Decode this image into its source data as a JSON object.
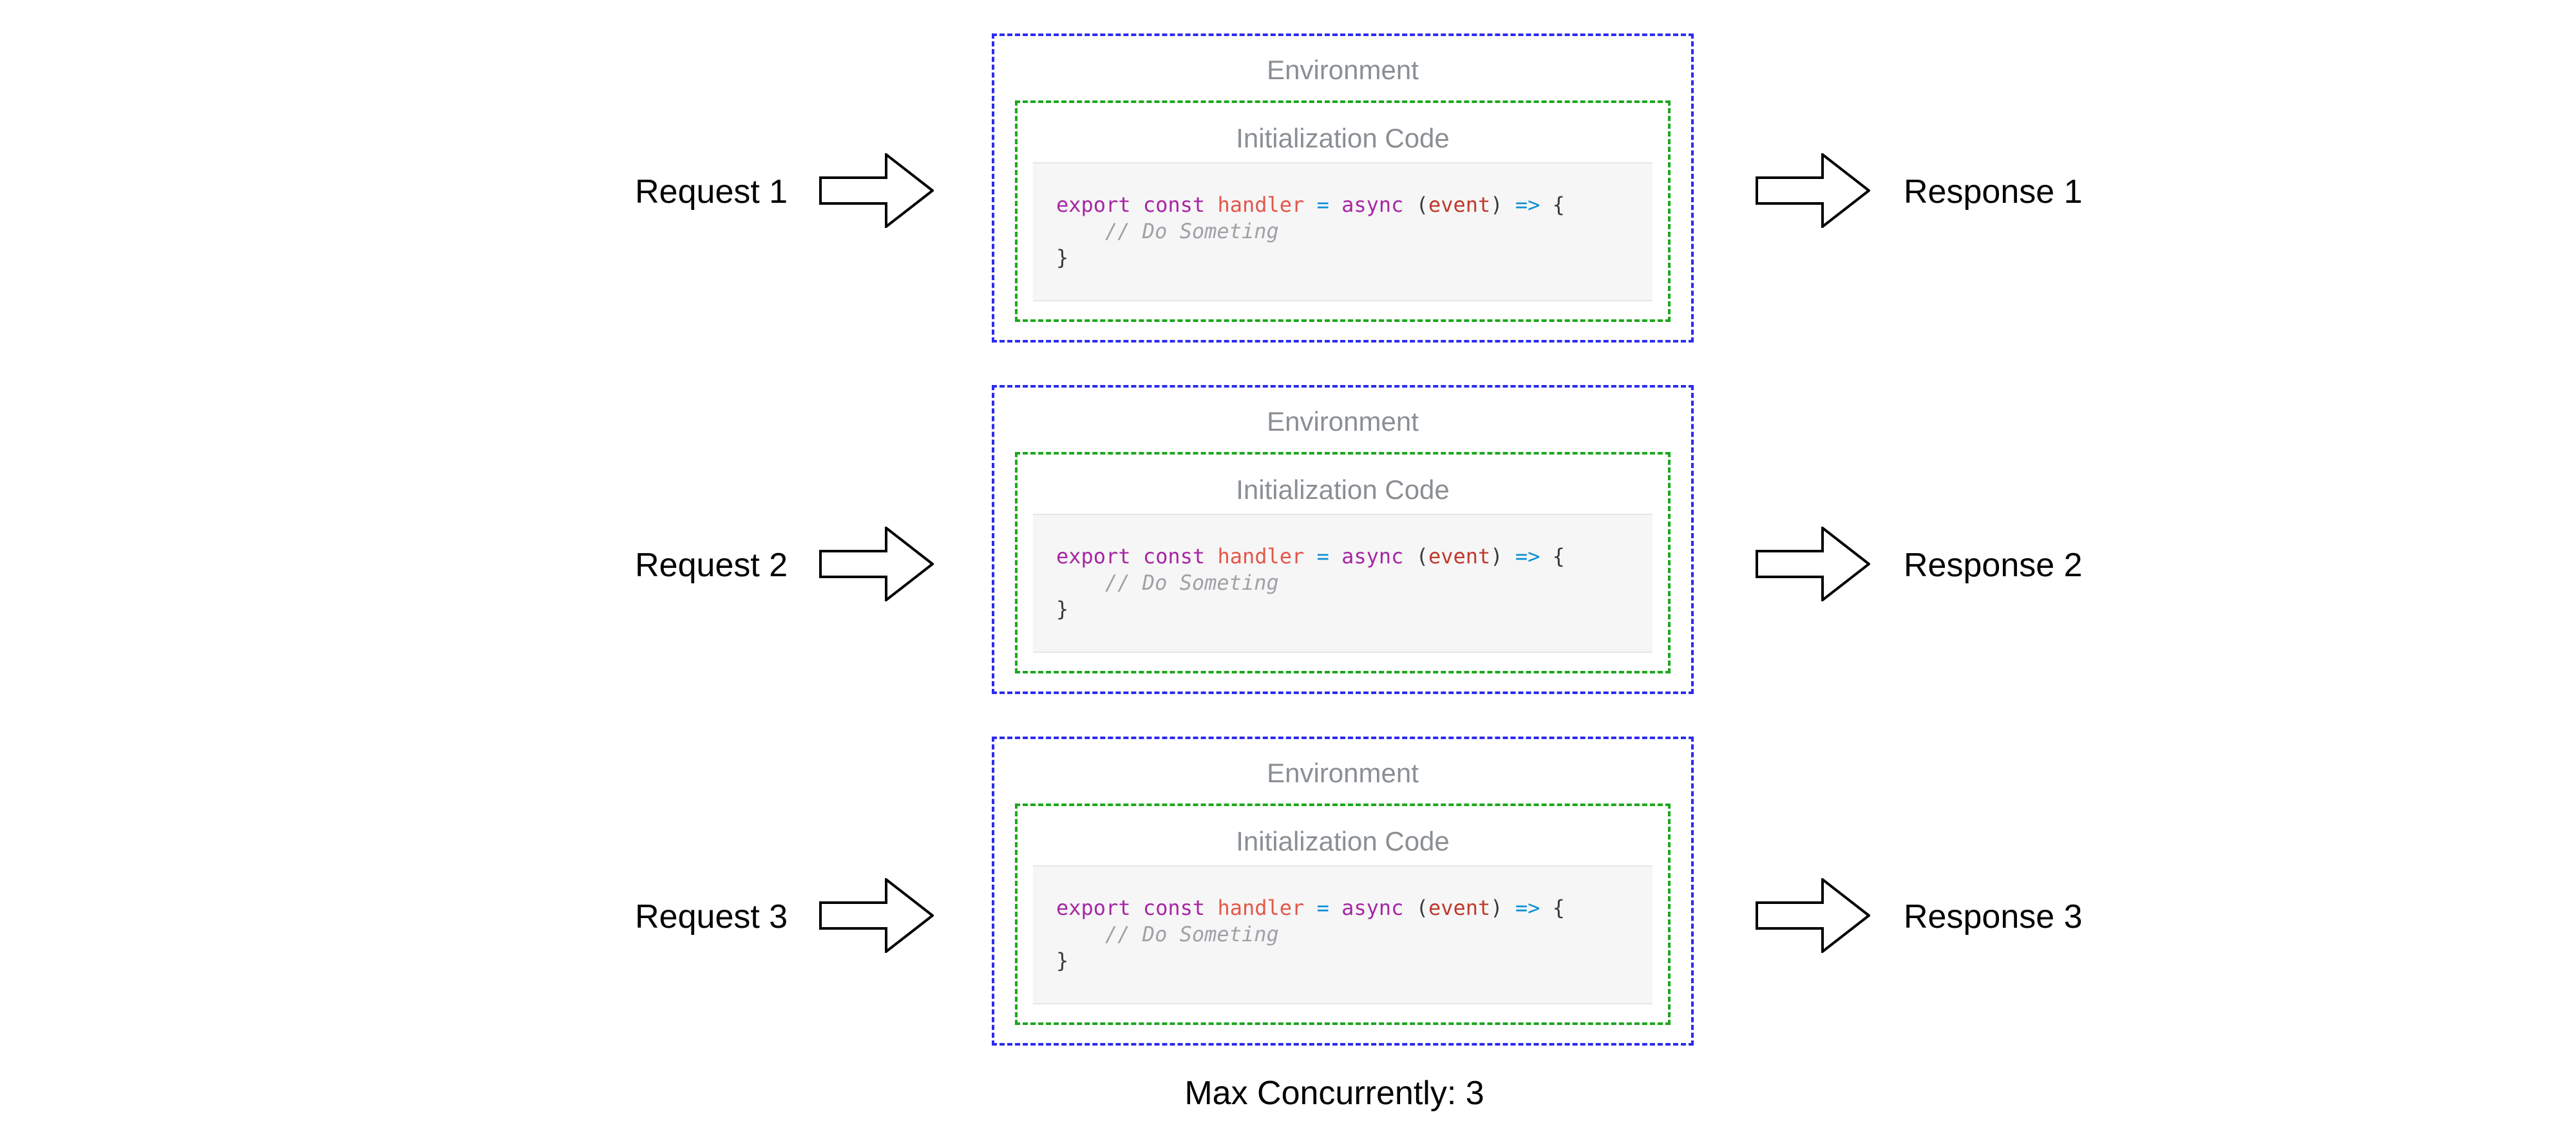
{
  "requests": [
    "Request 1",
    "Request 2",
    "Request 3"
  ],
  "responses": [
    "Response 1",
    "Response 2",
    "Response 3"
  ],
  "environment_label": "Environment",
  "init_label": "Initialization Code",
  "code": {
    "kw_export": "export",
    "kw_const": "const",
    "fn_name": "handler",
    "op_assign": "=",
    "kw_async": "async",
    "paren_open": "(",
    "param": "event",
    "paren_close": ")",
    "op_arrow": "=>",
    "brace_open": "{",
    "comment": "// Do Someting",
    "brace_close": "}"
  },
  "footer": "Max Concurrently: 3",
  "colors": {
    "environment_border": "#2b2bf0",
    "init_border": "#1aa81a"
  },
  "icons": [
    "arrow-right-outline-icon"
  ]
}
